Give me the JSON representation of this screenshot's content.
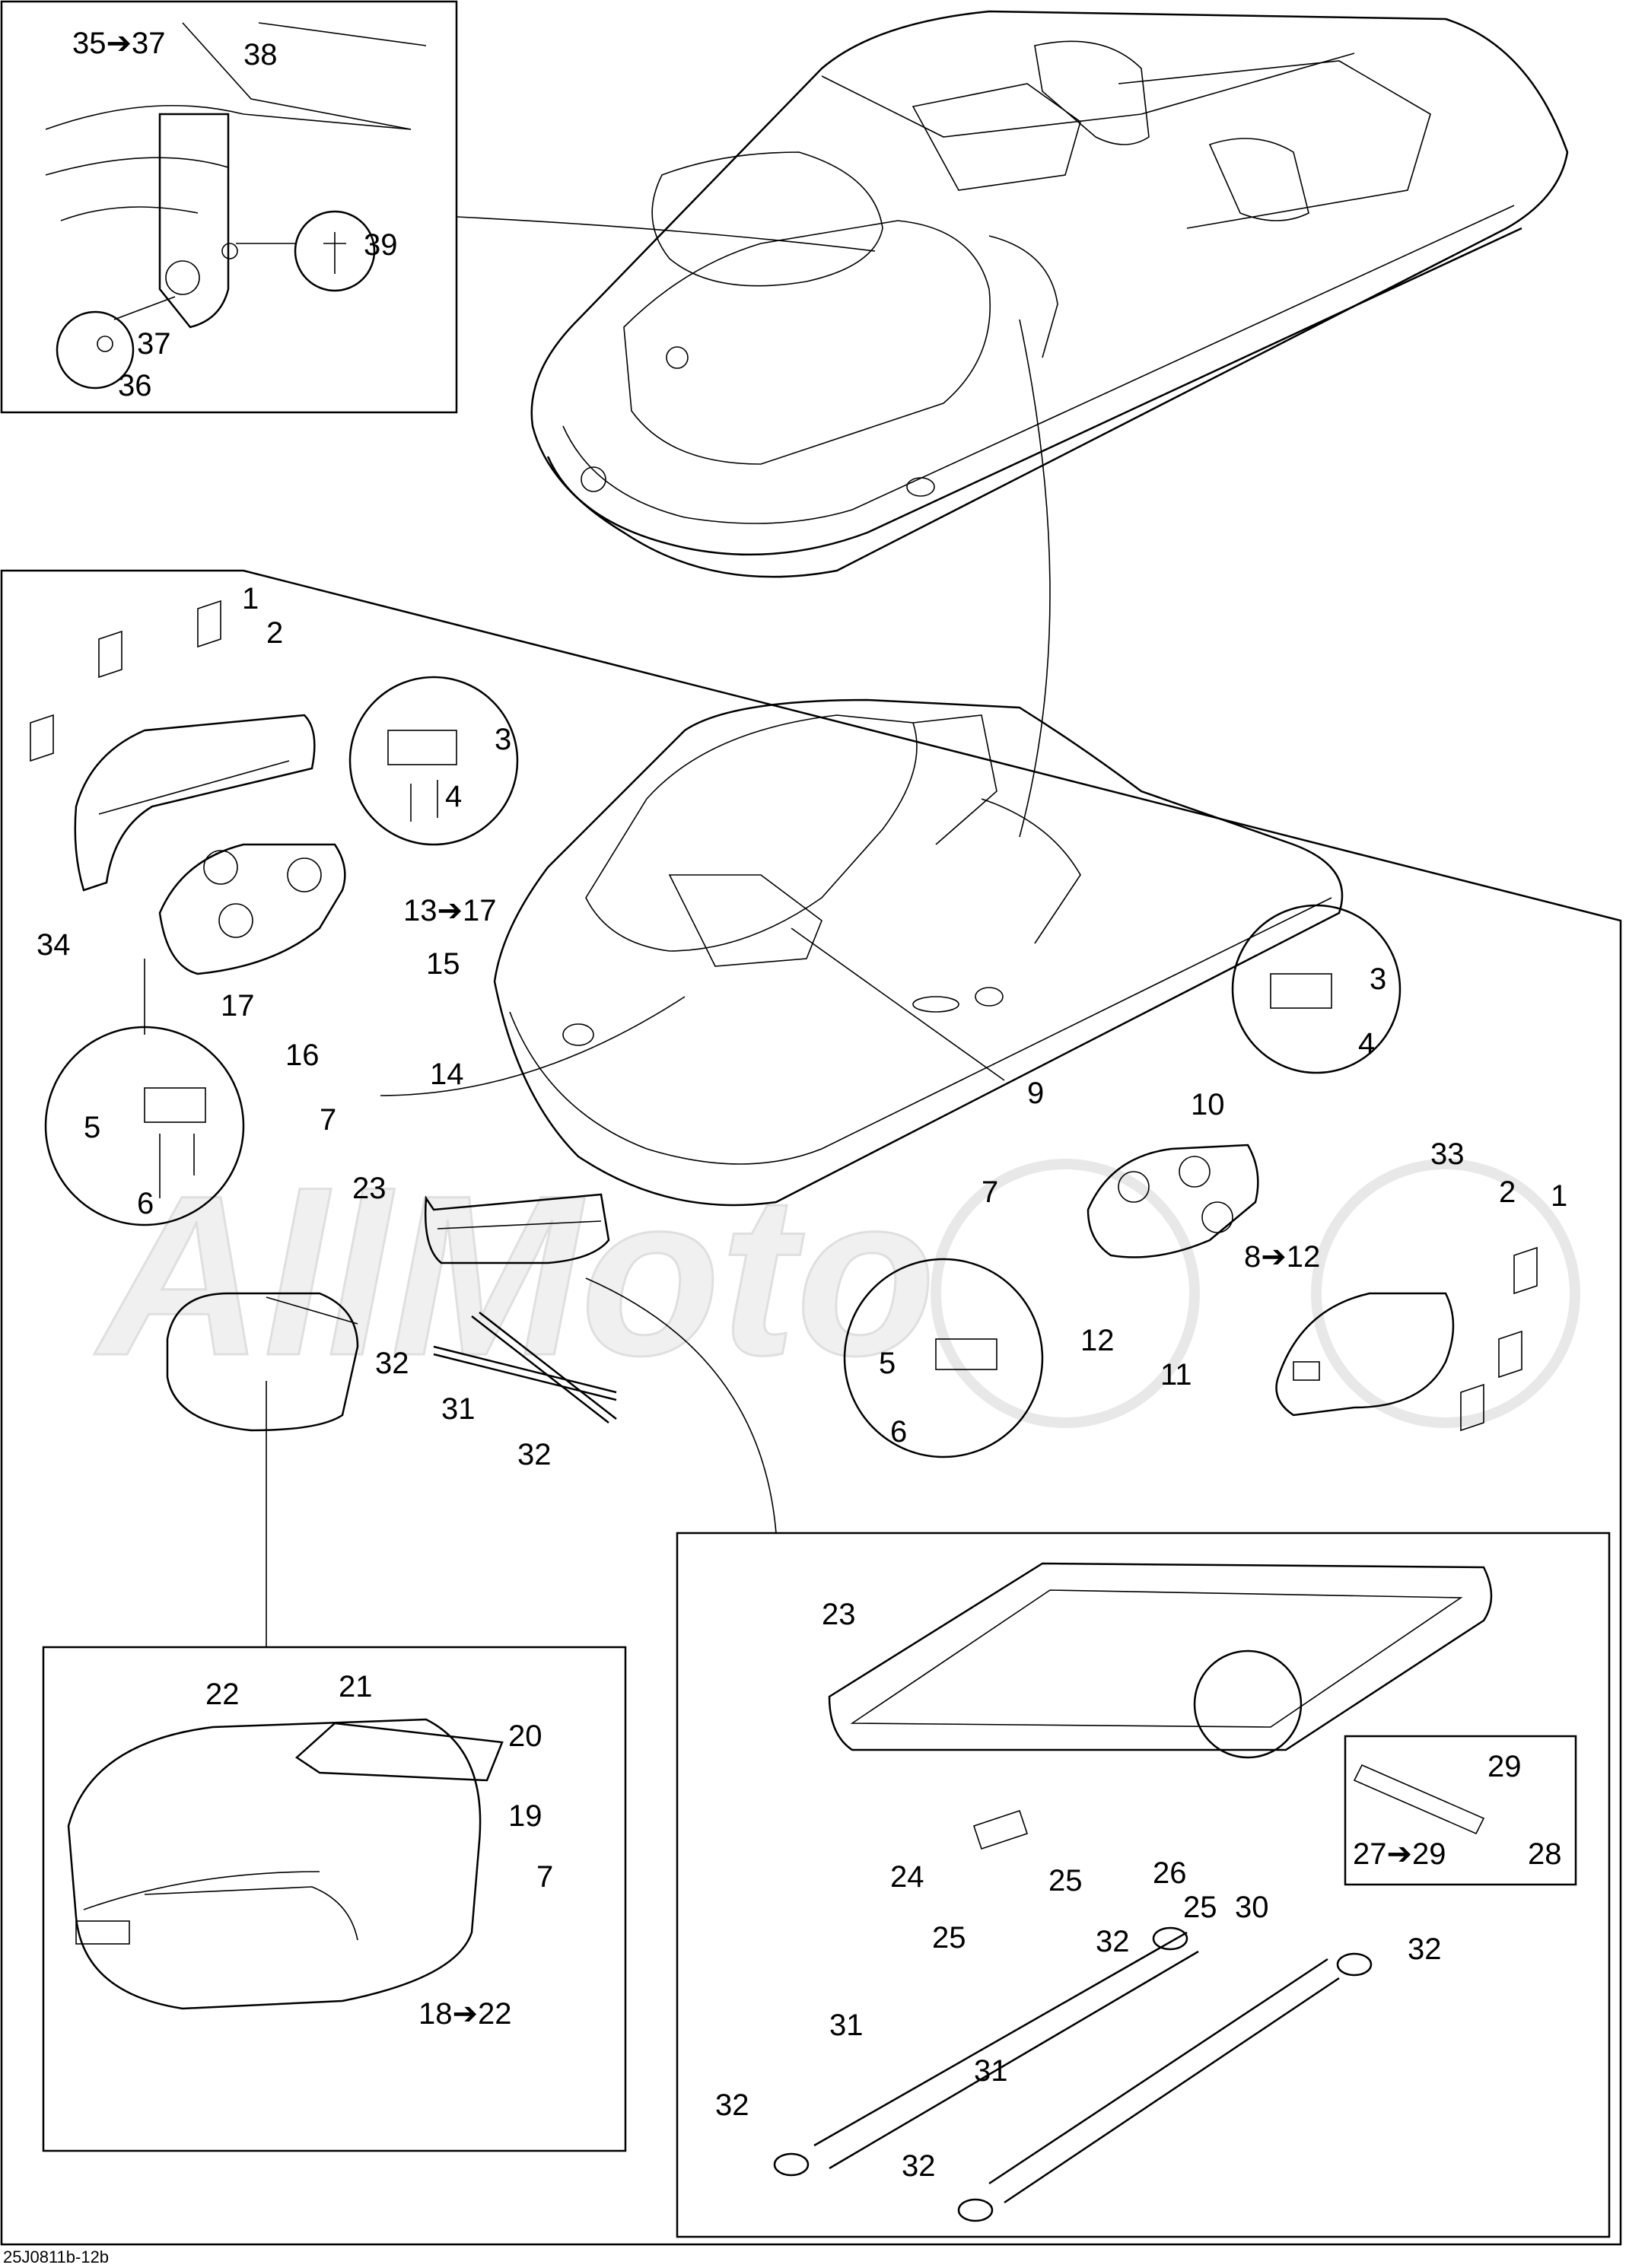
{
  "diagram": {
    "reference_code": "25J0811b-12b",
    "watermark": "AllMoto",
    "callouts": [
      "35➔37",
      "38",
      "39",
      "37",
      "36",
      "1",
      "2",
      "3",
      "4",
      "34",
      "13➔17",
      "15",
      "17",
      "16",
      "14",
      "7",
      "5",
      "6",
      "23",
      "32",
      "31",
      "32",
      "9",
      "10",
      "7",
      "3",
      "4",
      "33",
      "2",
      "1",
      "8➔12",
      "12",
      "11",
      "5",
      "6",
      "22",
      "21",
      "20",
      "19",
      "7",
      "18➔22",
      "23",
      "24",
      "25",
      "26",
      "25",
      "30",
      "25",
      "29",
      "27➔29",
      "28",
      "32",
      "32",
      "31",
      "31",
      "32",
      "32"
    ]
  }
}
